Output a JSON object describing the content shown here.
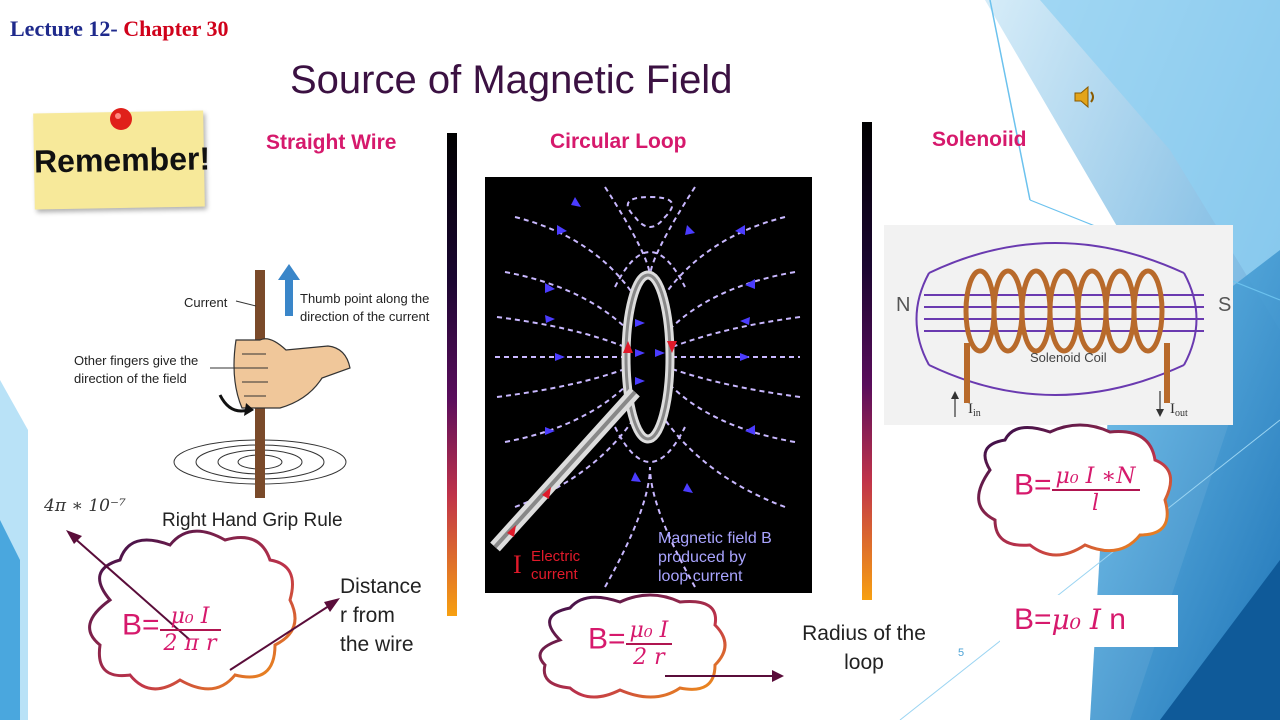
{
  "header": {
    "lecture": "Lecture 12-",
    "chapter": "Chapter 30"
  },
  "slide": {
    "title": "Source of Magnetic Field",
    "page_number": "5"
  },
  "sticky_note": {
    "text": "Remember!"
  },
  "sections": {
    "straight_wire": "Straight Wire",
    "circular_loop": "Circular Loop",
    "solenoid": "Solenoiid"
  },
  "hand_diagram": {
    "current_label": "Current",
    "thumb_label_1": "Thumb point along the",
    "thumb_label_2": "direction of the current",
    "fingers_label_1": "Other fingers give the",
    "fingers_label_2": "direction of the field",
    "caption": "Right Hand Grip Rule"
  },
  "loop_diagram": {
    "current_symbol": "I",
    "current_label_1": "Electric",
    "current_label_2": "current",
    "field_label_1": "Magnetic field B",
    "field_label_2": "produced by",
    "field_label_3": "loop current"
  },
  "solenoid_diagram": {
    "north": "N",
    "south": "S",
    "coil_label": "Solenoid Coil",
    "i_in": "I",
    "i_in_sub": "in",
    "i_out": "I",
    "i_out_sub": "out"
  },
  "formulas": {
    "straight": {
      "lhs": "B=",
      "num": "μ₀ I",
      "den": "2 π r"
    },
    "loop": {
      "lhs": "B=",
      "num": "μ₀ I",
      "den": "2 r"
    },
    "solenoid_cloud": {
      "lhs": "B=",
      "num": "μ₀ I ∗N",
      "den": "l"
    },
    "solenoid_box": {
      "lhs": "B=",
      "mu": "μ₀",
      "i": "I",
      "n": " n"
    }
  },
  "annotations": {
    "mu0_value": "4π ∗ 10⁻⁷",
    "distance_1": "Distance",
    "distance_2": "r from",
    "distance_3": "the wire",
    "radius_1": "Radius of the",
    "radius_2": "loop"
  },
  "colors": {
    "accent": "#d6196c",
    "title": "#3b1142",
    "blue_deco": "#3a9bd5"
  }
}
